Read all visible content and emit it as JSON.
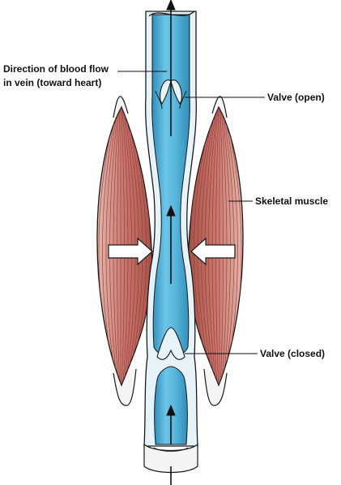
{
  "labels": {
    "flow_line1": "Direction of blood flow",
    "flow_line2": "in vein (toward heart)",
    "valve_open": "Valve (open)",
    "skeletal_muscle": "Skeletal muscle",
    "valve_closed": "Valve (closed)"
  },
  "colors": {
    "vein_fill": "#5bb8de",
    "vein_dark": "#2f8db9",
    "vein_wall": "#e6f4fa",
    "muscle_fill": "#c9756c",
    "muscle_stripe": "#8e3a33",
    "tendon": "#f4f4f4",
    "outline": "#1a1a1a",
    "arrow": "#ffffff"
  }
}
